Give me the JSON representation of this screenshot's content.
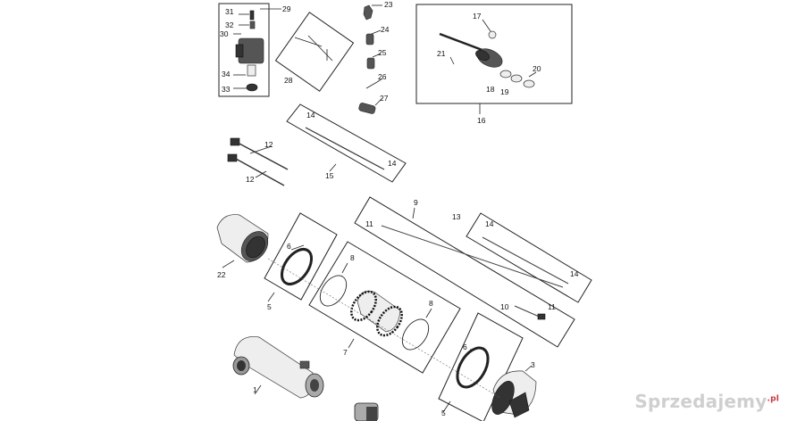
{
  "callouts": [
    "1",
    "3",
    "5",
    "5",
    "6",
    "6",
    "7",
    "8",
    "8",
    "9",
    "10",
    "11",
    "11",
    "12",
    "12",
    "13",
    "14",
    "14",
    "14",
    "14",
    "15",
    "16",
    "17",
    "18",
    "19",
    "20",
    "21",
    "22",
    "23",
    "24",
    "25",
    "26",
    "27",
    "28",
    "29",
    "30",
    "31",
    "32",
    "33",
    "34"
  ],
  "watermark": {
    "text": "Sprzedajemy",
    "suffix": ".pl"
  }
}
